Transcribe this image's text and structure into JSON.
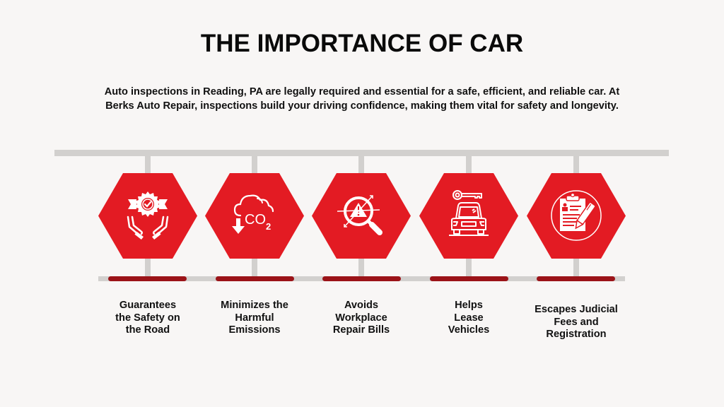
{
  "title": "THE IMPORTANCE OF CAR",
  "intro": {
    "line1": "Auto inspections in Reading, PA are legally required and essential for a safe, efficient, and reliable car. At",
    "line2": "Berks Auto Repair, inspections build your driving confidence, making them vital for safety and longevity."
  },
  "colors": {
    "background": "#f8f6f5",
    "hexagon_red": "#e31b23",
    "segment_dark_red": "#9b1318",
    "rail_gray": "#d2d0ce",
    "text": "#111111"
  },
  "items": [
    {
      "icon": "badge-hands-icon",
      "lines": [
        "Guarantees",
        "the Safety on",
        "the Road"
      ]
    },
    {
      "icon": "co2-cloud-down-icon",
      "lines": [
        "Minimizes the",
        "Harmful",
        "Emissions"
      ]
    },
    {
      "icon": "warning-magnifier-icon",
      "lines": [
        "Avoids",
        "Workplace",
        "Repair Bills"
      ]
    },
    {
      "icon": "car-key-icon",
      "lines": [
        "Helps",
        "Lease",
        "Vehicles"
      ]
    },
    {
      "icon": "clipboard-pen-icon",
      "lines": [
        "Escapes Judicial",
        "Fees and",
        "Registration"
      ]
    }
  ],
  "icon_text": {
    "co2": "CO",
    "co2_sub": "2"
  }
}
